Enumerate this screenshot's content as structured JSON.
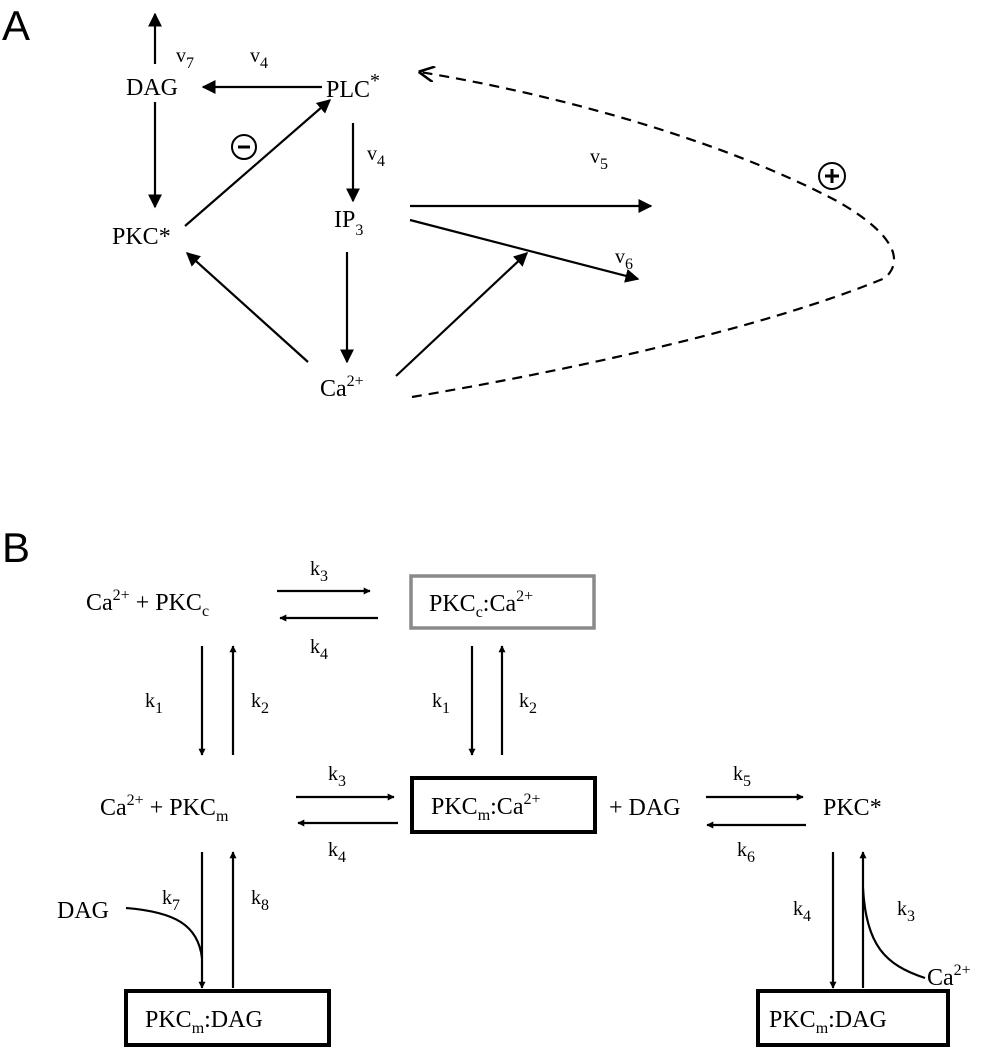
{
  "panels": {
    "a": "A",
    "b": "B"
  },
  "panel_a": {
    "dag": "DAG",
    "plc": "PLC",
    "plc_star": "*",
    "ip3": "IP",
    "ip3_sub": "3",
    "pkc": "PKC*",
    "ca": "Ca",
    "ca_sup": "2+",
    "v7": "v",
    "v7_sub": "7",
    "v4_top": "v",
    "v4_top_sub": "4",
    "v4_mid": "v",
    "v4_mid_sub": "4",
    "v5": "v",
    "v5_sub": "5",
    "v6": "v",
    "v6_sub": "6",
    "minus": "-",
    "plus": "+"
  },
  "panel_b": {
    "ca": "Ca",
    "ca_sup": "2+",
    "plus": " + ",
    "pkc": "PKC",
    "sub_c": "c",
    "sub_m": "m",
    "colon_ca": ":Ca",
    "colon_dag": ":DAG",
    "plus_dag": "+ DAG",
    "dag": "DAG",
    "pkc_star": "PKC*",
    "k": "k",
    "n1": "1",
    "n2": "2",
    "n3": "3",
    "n4": "4",
    "n5": "5",
    "n6": "6",
    "n7": "7",
    "n8": "8"
  },
  "colors": {
    "cytosolic_box": "#8a8a8a",
    "membrane_box": "#000000"
  }
}
